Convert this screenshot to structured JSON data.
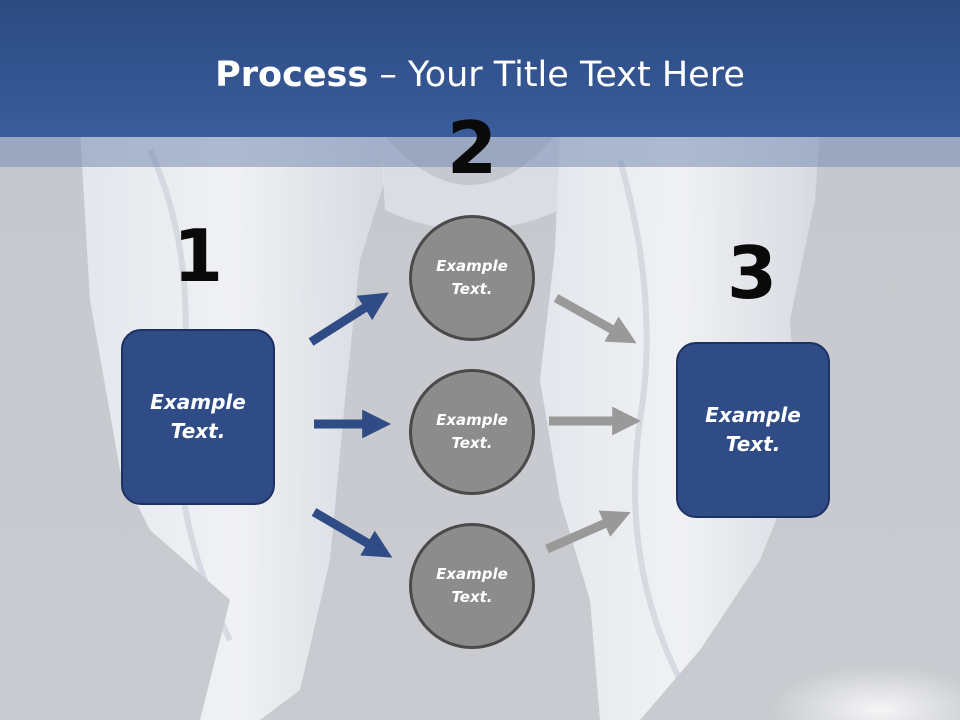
{
  "title": {
    "bold": "Process",
    "rest": " – Your Title Text Here"
  },
  "numbers": [
    "1",
    "2",
    "3"
  ],
  "left_box": {
    "line1": "Example",
    "line2": "Text."
  },
  "circles": [
    {
      "line1": "Example",
      "line2": "Text."
    },
    {
      "line1": "Example",
      "line2": "Text."
    },
    {
      "line1": "Example",
      "line2": "Text."
    }
  ],
  "right_box": {
    "line1": "Example",
    "line2": "Text."
  },
  "colors": {
    "title_bar": "#3a5d9c",
    "box_fill": "#2f4c86",
    "circle_fill": "#8c8c8c",
    "arrow_blue": "#2f4c86",
    "arrow_gray": "#999999"
  }
}
